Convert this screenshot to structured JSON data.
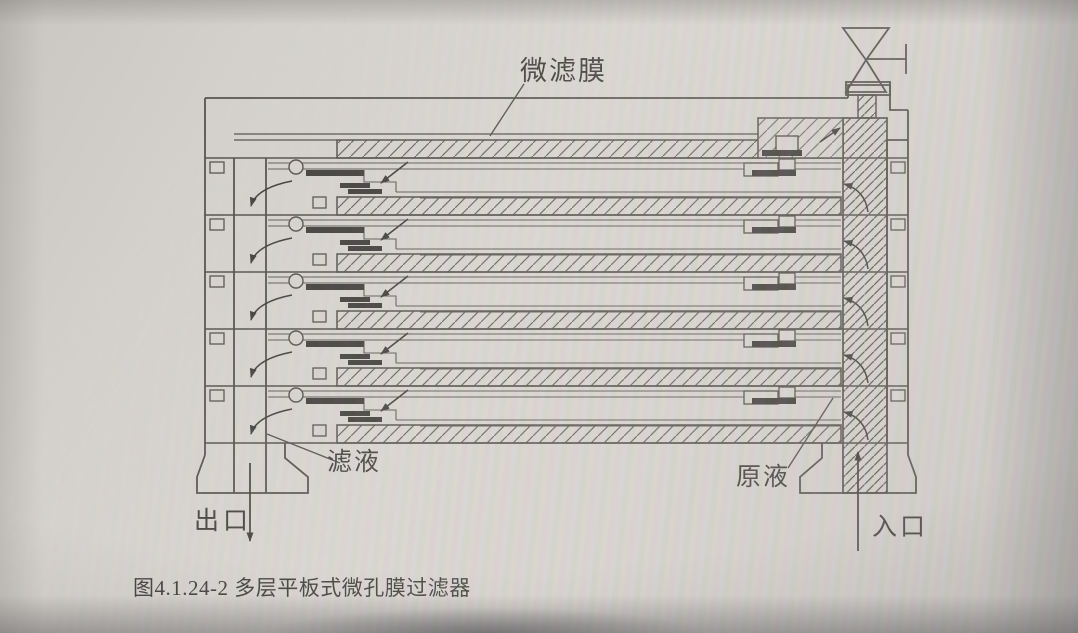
{
  "figure": {
    "caption": "图4.1.24-2 多层平板式微孔膜过滤器",
    "labels": {
      "membrane": "微滤膜",
      "filtrate": "滤液",
      "outlet_port": "出口",
      "feed": "原液",
      "inlet_port": "入口"
    },
    "structure": {
      "plate_count": 6,
      "membrane_layer_count": 5,
      "flow": {
        "inlet": "bottom-right upward into central feed column",
        "outlet": "bottom-left downward from filtrate channel"
      }
    },
    "icons": {
      "valve": "valve-icon",
      "flow_arrows": "arrow-icon"
    },
    "colors": {
      "background": "#d6d3ce",
      "line": "#57544f",
      "dark_fill": "#454340",
      "text": "#45433f"
    }
  }
}
